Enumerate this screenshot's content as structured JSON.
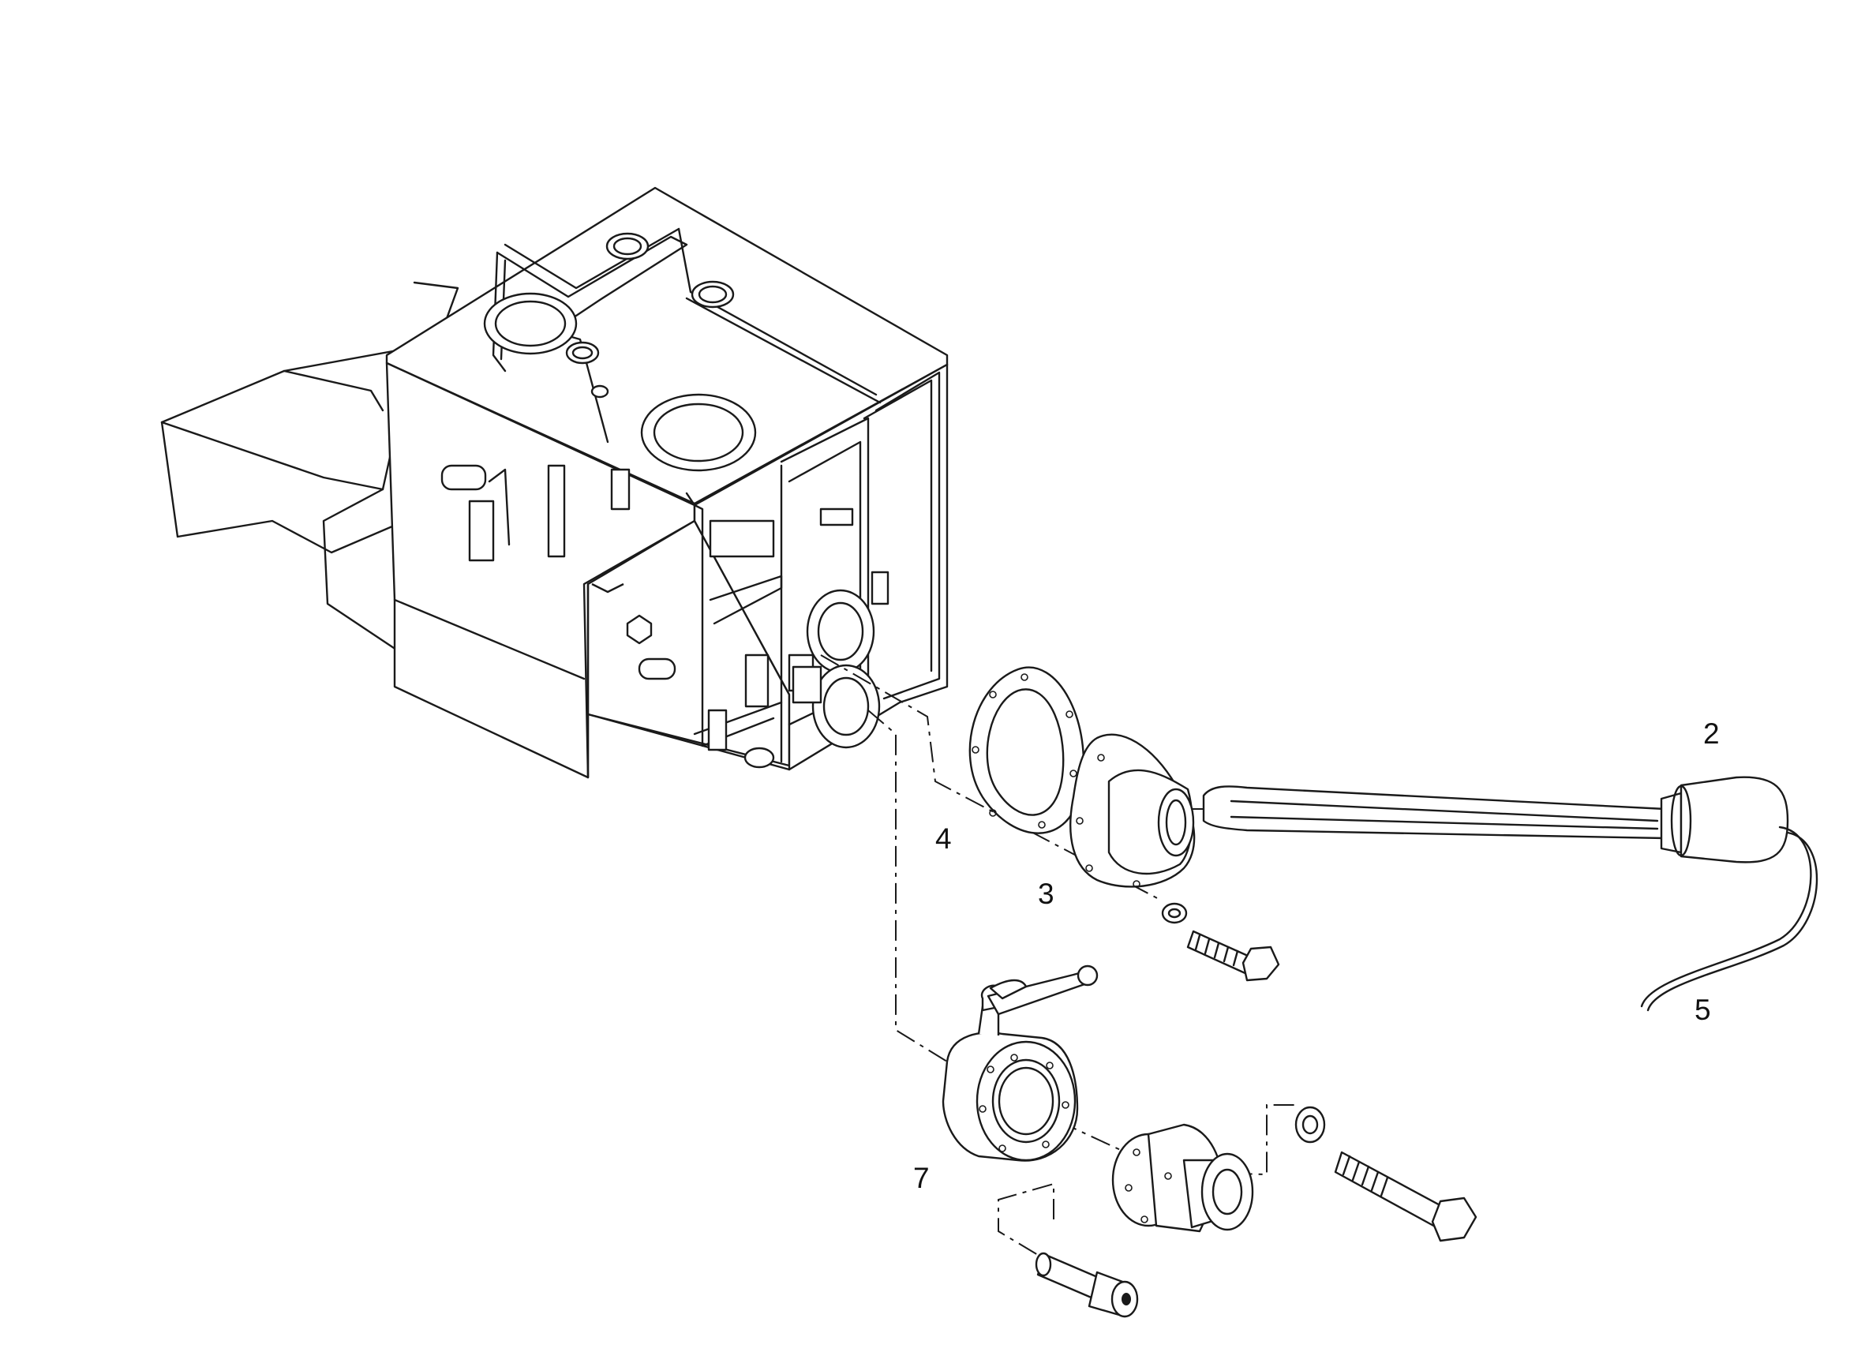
{
  "callouts": [
    {
      "id": "2",
      "text": "2"
    },
    {
      "id": "3",
      "text": "3"
    },
    {
      "id": "4",
      "text": "4"
    },
    {
      "id": "5",
      "text": "5"
    },
    {
      "id": "7",
      "text": "7"
    }
  ],
  "colors": {
    "line": "#1a1a1a",
    "background": "#ffffff"
  }
}
